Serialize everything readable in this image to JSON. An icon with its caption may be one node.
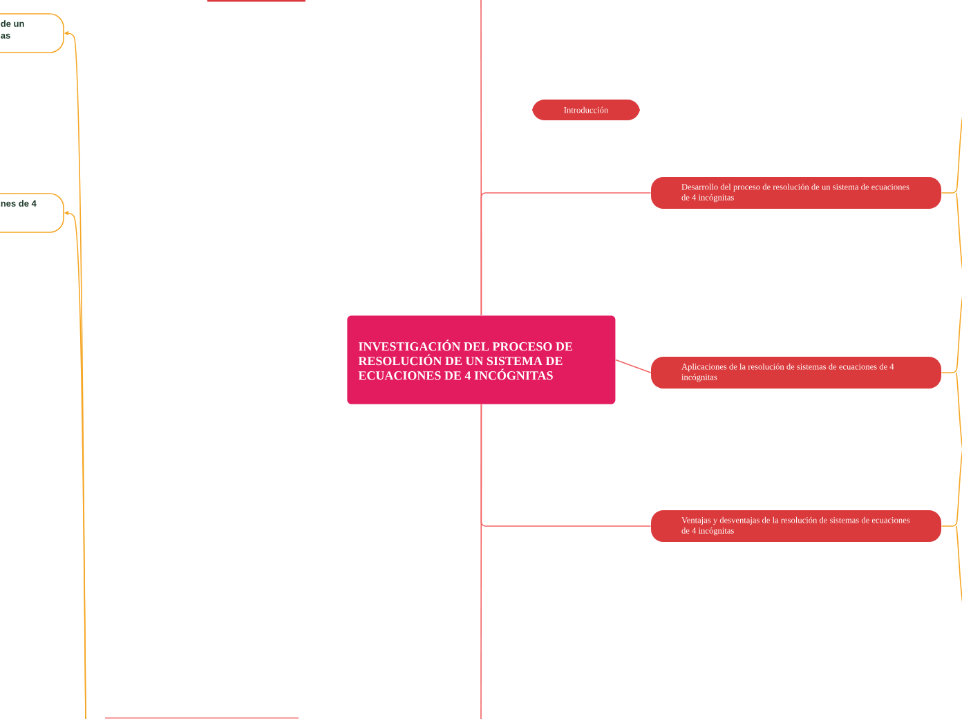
{
  "diagram": {
    "nodes": [
      {
        "text": [
          "INVESTIGACIÓN DEL PROCESO DE RESOLUCIÓN DE UN SISTEMA DE ECUACIONES DE 4 INCÓGNITAS"
        ]
      },
      {
        "text": [
          "Introducción"
        ]
      },
      {
        "text": [
          "Desarrollo del proceso de resolución de un sistema de ecuaciones de 4 incógnitas"
        ]
      },
      {
        "text": [
          "Aplicaciones de la resolución de sistemas de ecuaciones de 4 incógnitas"
        ]
      },
      {
        "text": [
          "Ventajas y desventajas de la resolución de sistemas de ecuaciones de 4 incógnitas"
        ]
      },
      {
        "text": [
          "de un",
          "as"
        ]
      },
      {
        "text": [
          "nes de 4"
        ]
      }
    ],
    "edges": [
      {
        "from": 0,
        "to": 2,
        "arrow": "none"
      },
      {
        "from": 0,
        "to": 3,
        "arrow": "none"
      },
      {
        "from": 0,
        "to": 4,
        "arrow": "none"
      },
      {
        "from": 0,
        "to": null,
        "arrow": "none"
      },
      {
        "from": 0,
        "to": null,
        "arrow": "none"
      },
      {
        "from": 2,
        "to": null,
        "arrow": "none",
        "color": "#f5a623"
      },
      {
        "from": 3,
        "to": null,
        "arrow": "none",
        "color": "#f5a623"
      },
      {
        "from": 4,
        "to": null,
        "arrow": "none",
        "color": "#f5a623"
      },
      {
        "from": null,
        "to": 5,
        "arrow": "to",
        "color": "#f5a623"
      },
      {
        "from": null,
        "to": 6,
        "arrow": "to",
        "color": "#f5a623"
      }
    ]
  }
}
